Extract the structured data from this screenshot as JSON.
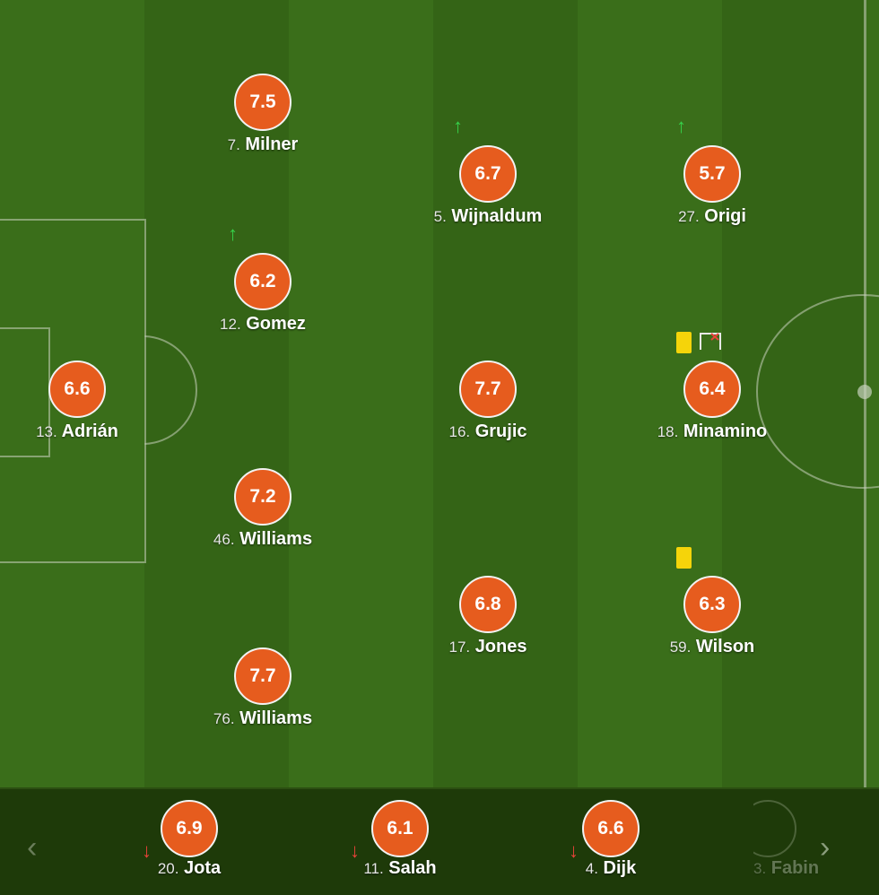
{
  "lineup": [
    {
      "key": "adrian",
      "number": "13.",
      "name": "Adrián",
      "rating": "6.6"
    },
    {
      "key": "milner",
      "number": "7.",
      "name": "Milner",
      "rating": "7.5"
    },
    {
      "key": "gomez",
      "number": "12.",
      "name": "Gomez",
      "rating": "6.2",
      "sub": "up"
    },
    {
      "key": "williams46",
      "number": "46.",
      "name": "Williams",
      "rating": "7.2"
    },
    {
      "key": "williams76",
      "number": "76.",
      "name": "Williams",
      "rating": "7.7"
    },
    {
      "key": "wijnaldum",
      "number": "5.",
      "name": "Wijnaldum",
      "rating": "6.7",
      "sub": "up"
    },
    {
      "key": "grujic",
      "number": "16.",
      "name": "Grujic",
      "rating": "7.7"
    },
    {
      "key": "jones",
      "number": "17.",
      "name": "Jones",
      "rating": "6.8"
    },
    {
      "key": "origi",
      "number": "27.",
      "name": "Origi",
      "rating": "5.7",
      "sub": "up"
    },
    {
      "key": "minamino",
      "number": "18.",
      "name": "Minamino",
      "rating": "6.4",
      "events": [
        "yellow-card",
        "goal"
      ]
    },
    {
      "key": "wilson",
      "number": "59.",
      "name": "Wilson",
      "rating": "6.3",
      "events": [
        "yellow-card"
      ]
    }
  ],
  "bench": [
    {
      "key": "jota",
      "number": "20.",
      "name": "Jota",
      "rating": "6.9",
      "sub": "down"
    },
    {
      "key": "salah",
      "number": "11.",
      "name": "Salah",
      "rating": "6.1",
      "sub": "down"
    },
    {
      "key": "dijk",
      "number": "4.",
      "name": "Dijk",
      "rating": "6.6",
      "sub": "down"
    },
    {
      "key": "fabinho",
      "number": "3.",
      "name": "Fabin",
      "rating": ""
    }
  ],
  "nav": {
    "prev": "‹",
    "next": "›"
  },
  "icons": {
    "sub_in": "arrow-up-icon",
    "sub_out": "arrow-down-icon",
    "booking": "yellow-card-icon",
    "score": "goal-icon",
    "prev": "chevron-left-icon",
    "next": "chevron-right-icon"
  },
  "colors": {
    "rating_badge": "#e65c1e",
    "pitch_light": "#3a6e1a",
    "pitch_dark": "#346416",
    "bench_bg": "#1e3a09",
    "yellow_card": "#f5d40a",
    "sub_in_arrow": "#36d24a",
    "sub_out_arrow": "#e8433a"
  }
}
